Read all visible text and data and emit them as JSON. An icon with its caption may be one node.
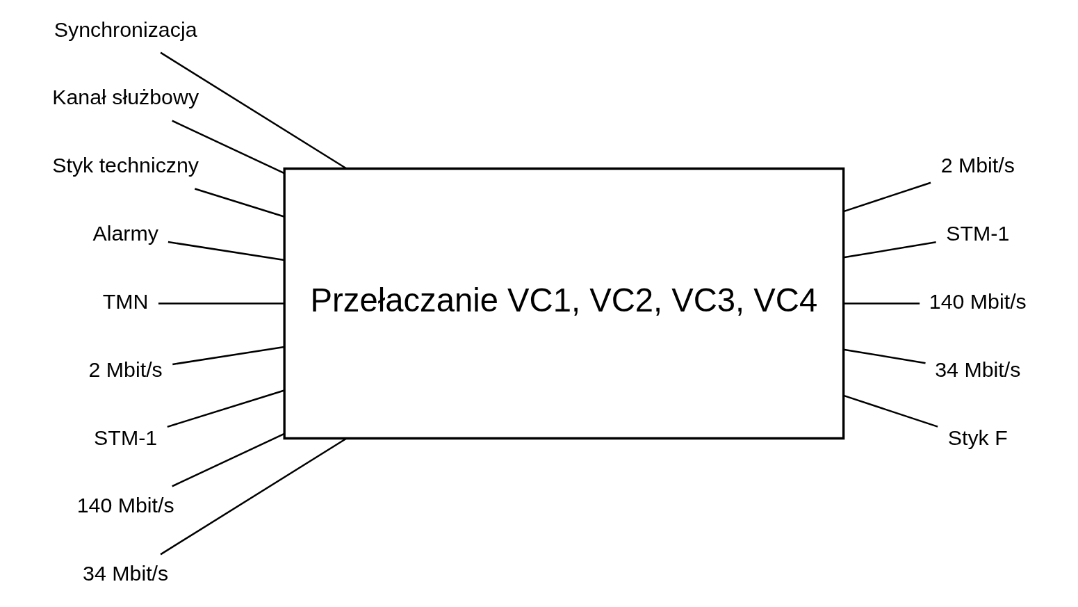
{
  "diagram": {
    "nodes": [
      {
        "text": [
          "Przełaczanie VC1, VC2, VC3, VC4"
        ]
      },
      {
        "text": [
          "Synchronizacja"
        ]
      },
      {
        "text": [
          "Kanał służbowy"
        ]
      },
      {
        "text": [
          "Styk techniczny"
        ]
      },
      {
        "text": [
          "Alarmy"
        ]
      },
      {
        "text": [
          "TMN"
        ]
      },
      {
        "text": [
          "2 Mbit/s"
        ]
      },
      {
        "text": [
          "STM-1"
        ]
      },
      {
        "text": [
          "140 Mbit/s"
        ]
      },
      {
        "text": [
          "34 Mbit/s"
        ]
      },
      {
        "text": [
          "2 Mbit/s"
        ]
      },
      {
        "text": [
          "STM-1"
        ]
      },
      {
        "text": [
          "140 Mbit/s"
        ]
      },
      {
        "text": [
          "34 Mbit/s"
        ]
      },
      {
        "text": [
          "Styk F"
        ]
      }
    ],
    "edges": [
      {
        "from": 1,
        "to": 0,
        "arrow": "none"
      },
      {
        "from": 2,
        "to": 0,
        "arrow": "none"
      },
      {
        "from": 3,
        "to": 0,
        "arrow": "none"
      },
      {
        "from": 4,
        "to": 0,
        "arrow": "none"
      },
      {
        "from": 5,
        "to": 0,
        "arrow": "none"
      },
      {
        "from": 6,
        "to": 0,
        "arrow": "none"
      },
      {
        "from": 7,
        "to": 0,
        "arrow": "none"
      },
      {
        "from": 8,
        "to": 0,
        "arrow": "none"
      },
      {
        "from": 9,
        "to": 0,
        "arrow": "none"
      },
      {
        "from": 0,
        "to": 10,
        "arrow": "none"
      },
      {
        "from": 0,
        "to": 11,
        "arrow": "none"
      },
      {
        "from": 0,
        "to": 12,
        "arrow": "none"
      },
      {
        "from": 0,
        "to": 13,
        "arrow": "none"
      },
      {
        "from": 0,
        "to": 14,
        "arrow": "none"
      }
    ]
  }
}
